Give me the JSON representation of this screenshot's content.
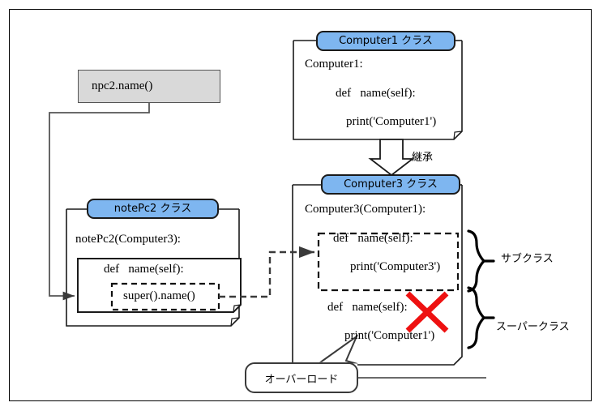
{
  "diagram": {
    "title_visible": false,
    "colors": {
      "badge_fill": "#7eb6f0",
      "badge_border": "#1a1a1a",
      "call_box_fill": "#d9d9d9",
      "call_box_border": "#555555",
      "line": "#3a3a3a",
      "code_text": "#000000",
      "x_mark": "#ee1111",
      "page_border": "#000000",
      "background": "#ffffff"
    },
    "call_box": {
      "label": "npc2.name()"
    },
    "classes": {
      "computer1": {
        "badge_label": "Computer1 クラス",
        "header": "Computer1:",
        "method_def": "def   name(self):",
        "method_body": "print('Computer1')"
      },
      "computer3": {
        "badge_label": "Computer3 クラス",
        "header": "Computer3(Computer1):",
        "subclass_method_def": "def   name(self):",
        "subclass_method_body": "print('Computer3')",
        "superclass_method_def": "def   name(self):",
        "superclass_method_body": "print('Computer1')"
      },
      "notepc2": {
        "badge_label": "notePc2 クラス",
        "header": "notePc2(Computer3):",
        "method_def": "def   name(self):",
        "method_body": "super().name()"
      }
    },
    "annotations": {
      "inheritance_arrow_label": "継承",
      "subclass_brace_label": "サブクラス",
      "superclass_brace_label": "スーパークラス",
      "overload_callout_label": "オーバーロード",
      "x_mark_icon": "red-cross-icon"
    }
  }
}
